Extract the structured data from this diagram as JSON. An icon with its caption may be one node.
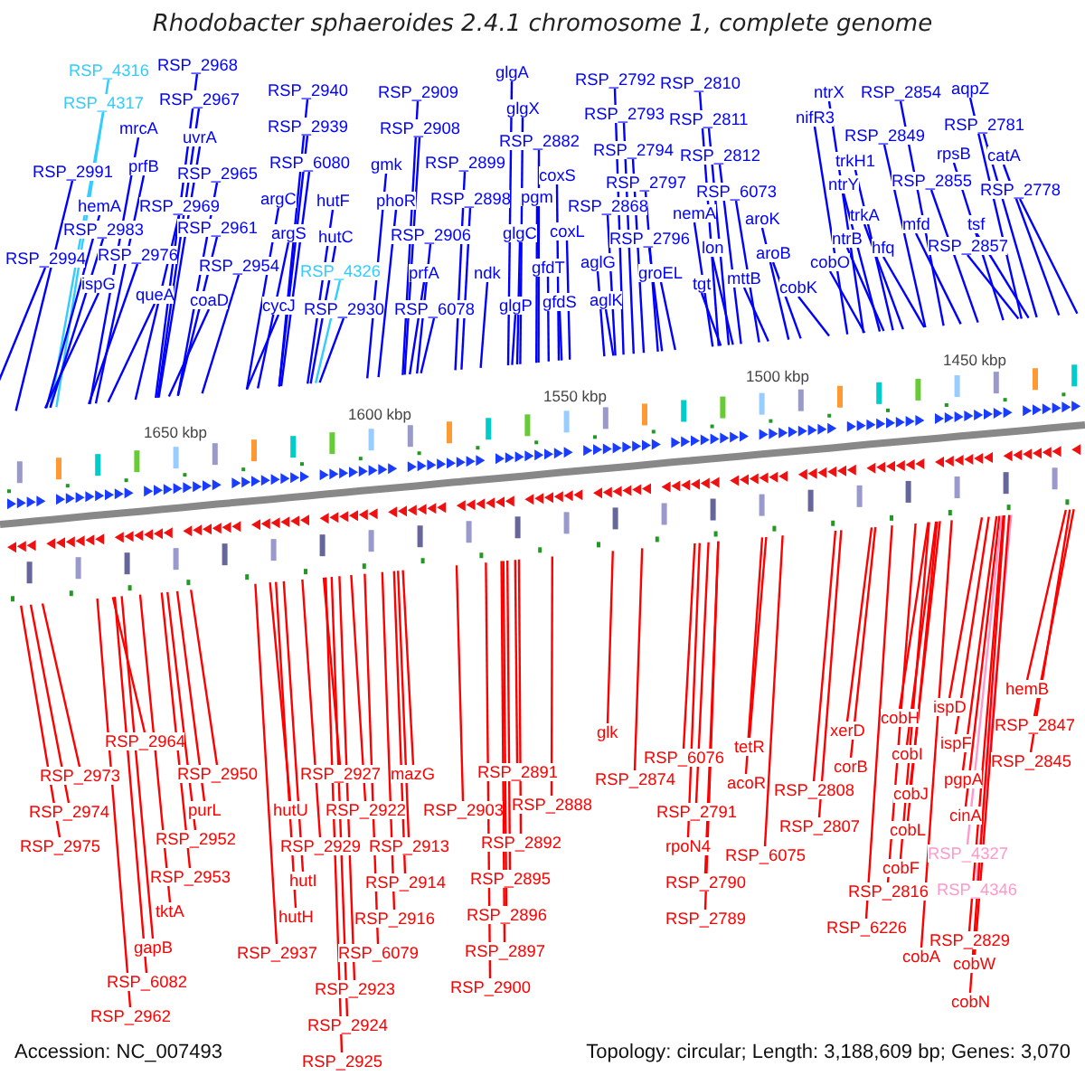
{
  "diagram": {
    "title": "Rhodobacter sphaeroides 2.4.1 chromosome 1, complete genome",
    "nodes": [
      {
        "text": [
          "RSP_4316"
        ]
      },
      {
        "text": [
          "RSP_2968"
        ]
      },
      {
        "text": [
          "RSP_4317"
        ]
      },
      {
        "text": [
          "RSP_2967"
        ]
      },
      {
        "text": [
          "mrcA"
        ]
      },
      {
        "text": [
          "uvrA"
        ]
      },
      {
        "text": [
          "RSP_2991"
        ]
      },
      {
        "text": [
          "prfB"
        ]
      },
      {
        "text": [
          "RSP_2965"
        ]
      },
      {
        "text": [
          "hemA"
        ]
      },
      {
        "text": [
          "RSP_2969"
        ]
      },
      {
        "text": [
          "RSP_2983"
        ]
      },
      {
        "text": [
          "RSP_2961"
        ]
      },
      {
        "text": [
          "RSP_2994"
        ]
      },
      {
        "text": [
          "RSP_2976"
        ]
      },
      {
        "text": [
          "RSP_2954"
        ]
      },
      {
        "text": [
          "ispG"
        ]
      },
      {
        "text": [
          "queA"
        ]
      },
      {
        "text": [
          "coaD"
        ]
      },
      {
        "text": [
          "RSP_2940"
        ]
      },
      {
        "text": [
          "RSP_2939"
        ]
      },
      {
        "text": [
          "RSP_6080"
        ]
      },
      {
        "text": [
          "argC"
        ]
      },
      {
        "text": [
          "hutF"
        ]
      },
      {
        "text": [
          "argS"
        ]
      },
      {
        "text": [
          "hutC"
        ]
      },
      {
        "text": [
          "RSP_4326"
        ]
      },
      {
        "text": [
          "cycJ"
        ]
      },
      {
        "text": [
          "RSP_2930"
        ]
      },
      {
        "text": [
          "RSP_2909"
        ]
      },
      {
        "text": [
          "RSP_2908"
        ]
      },
      {
        "text": [
          "gmk"
        ]
      },
      {
        "text": [
          "RSP_2899"
        ]
      },
      {
        "text": [
          "phoR"
        ]
      },
      {
        "text": [
          "RSP_2898"
        ]
      },
      {
        "text": [
          "RSP_2906"
        ]
      },
      {
        "text": [
          "prfA"
        ]
      },
      {
        "text": [
          "ndk"
        ]
      },
      {
        "text": [
          "RSP_6078"
        ]
      },
      {
        "text": [
          "glgA"
        ]
      },
      {
        "text": [
          "glgX"
        ]
      },
      {
        "text": [
          "RSP_2882"
        ]
      },
      {
        "text": [
          "coxS"
        ]
      },
      {
        "text": [
          "pgm"
        ]
      },
      {
        "text": [
          "glgC"
        ]
      },
      {
        "text": [
          "coxL"
        ]
      },
      {
        "text": [
          "gfdT"
        ]
      },
      {
        "text": [
          "aglG"
        ]
      },
      {
        "text": [
          "glgP"
        ]
      },
      {
        "text": [
          "gfdS"
        ]
      },
      {
        "text": [
          "aglK"
        ]
      },
      {
        "text": [
          "RSP_2792"
        ]
      },
      {
        "text": [
          "RSP_2793"
        ]
      },
      {
        "text": [
          "RSP_2794"
        ]
      },
      {
        "text": [
          "RSP_2797"
        ]
      },
      {
        "text": [
          "RSP_2868"
        ]
      },
      {
        "text": [
          "RSP_2796"
        ]
      },
      {
        "text": [
          "groEL"
        ]
      },
      {
        "text": [
          "tgt"
        ]
      },
      {
        "text": [
          "RSP_2810"
        ]
      },
      {
        "text": [
          "RSP_2811"
        ]
      },
      {
        "text": [
          "RSP_2812"
        ]
      },
      {
        "text": [
          "RSP_6073"
        ]
      },
      {
        "text": [
          "nemA"
        ]
      },
      {
        "text": [
          "lon"
        ]
      },
      {
        "text": [
          "aroK"
        ]
      },
      {
        "text": [
          "aroB"
        ]
      },
      {
        "text": [
          "mttB"
        ]
      },
      {
        "text": [
          "cobK"
        ]
      },
      {
        "text": [
          "ntrX"
        ]
      },
      {
        "text": [
          "RSP_2854"
        ]
      },
      {
        "text": [
          "aqpZ"
        ]
      },
      {
        "text": [
          "nifR3"
        ]
      },
      {
        "text": [
          "RSP_2849"
        ]
      },
      {
        "text": [
          "RSP_2781"
        ]
      },
      {
        "text": [
          "trkH1"
        ]
      },
      {
        "text": [
          "rpsB"
        ]
      },
      {
        "text": [
          "catA"
        ]
      },
      {
        "text": [
          "ntrY"
        ]
      },
      {
        "text": [
          "RSP_2855"
        ]
      },
      {
        "text": [
          "RSP_2778"
        ]
      },
      {
        "text": [
          "trkA"
        ]
      },
      {
        "text": [
          "mfd"
        ]
      },
      {
        "text": [
          "tsf"
        ]
      },
      {
        "text": [
          "ntrB"
        ]
      },
      {
        "text": [
          "hfq"
        ]
      },
      {
        "text": [
          "RSP_2857"
        ]
      },
      {
        "text": [
          "cobO"
        ]
      },
      {
        "text": [
          "RSP_2964"
        ]
      },
      {
        "text": [
          "RSP_2973"
        ]
      },
      {
        "text": [
          "RSP_2950"
        ]
      },
      {
        "text": [
          "RSP_2974"
        ]
      },
      {
        "text": [
          "purL"
        ]
      },
      {
        "text": [
          "RSP_2975"
        ]
      },
      {
        "text": [
          "RSP_2952"
        ]
      },
      {
        "text": [
          "RSP_2953"
        ]
      },
      {
        "text": [
          "tktA"
        ]
      },
      {
        "text": [
          "gapB"
        ]
      },
      {
        "text": [
          "RSP_6082"
        ]
      },
      {
        "text": [
          "RSP_2962"
        ]
      },
      {
        "text": [
          "RSP_2927"
        ]
      },
      {
        "text": [
          "mazG"
        ]
      },
      {
        "text": [
          "hutU"
        ]
      },
      {
        "text": [
          "RSP_2922"
        ]
      },
      {
        "text": [
          "RSP_2929"
        ]
      },
      {
        "text": [
          "RSP_2913"
        ]
      },
      {
        "text": [
          "hutI"
        ]
      },
      {
        "text": [
          "RSP_2914"
        ]
      },
      {
        "text": [
          "hutH"
        ]
      },
      {
        "text": [
          "RSP_2916"
        ]
      },
      {
        "text": [
          "RSP_2937"
        ]
      },
      {
        "text": [
          "RSP_6079"
        ]
      },
      {
        "text": [
          "RSP_2923"
        ]
      },
      {
        "text": [
          "RSP_2924"
        ]
      },
      {
        "text": [
          "RSP_2925"
        ]
      },
      {
        "text": [
          "RSP_2891"
        ]
      },
      {
        "text": [
          "RSP_2888"
        ]
      },
      {
        "text": [
          "RSP_2903"
        ]
      },
      {
        "text": [
          "RSP_2892"
        ]
      },
      {
        "text": [
          "RSP_2895"
        ]
      },
      {
        "text": [
          "RSP_2896"
        ]
      },
      {
        "text": [
          "RSP_2897"
        ]
      },
      {
        "text": [
          "RSP_2900"
        ]
      },
      {
        "text": [
          "glk"
        ]
      },
      {
        "text": [
          "RSP_6076"
        ]
      },
      {
        "text": [
          "RSP_2874"
        ]
      },
      {
        "text": [
          "RSP_2791"
        ]
      },
      {
        "text": [
          "rpoN4"
        ]
      },
      {
        "text": [
          "RSP_2790"
        ]
      },
      {
        "text": [
          "RSP_2789"
        ]
      },
      {
        "text": [
          "tetR"
        ]
      },
      {
        "text": [
          "acoR"
        ]
      },
      {
        "text": [
          "RSP_6075"
        ]
      },
      {
        "text": [
          "RSP_2808"
        ]
      },
      {
        "text": [
          "RSP_2807"
        ]
      },
      {
        "text": [
          "xerD"
        ]
      },
      {
        "text": [
          "corB"
        ]
      },
      {
        "text": [
          "RSP_2816"
        ]
      },
      {
        "text": [
          "RSP_6226"
        ]
      },
      {
        "text": [
          "cobH"
        ]
      },
      {
        "text": [
          "cobI"
        ]
      },
      {
        "text": [
          "cobJ"
        ]
      },
      {
        "text": [
          "cobL"
        ]
      },
      {
        "text": [
          "cobF"
        ]
      },
      {
        "text": [
          "ispD"
        ]
      },
      {
        "text": [
          "ispF"
        ]
      },
      {
        "text": [
          "pgpA"
        ]
      },
      {
        "text": [
          "cinA"
        ]
      },
      {
        "text": [
          "RSP_4327"
        ]
      },
      {
        "text": [
          "RSP_4346"
        ]
      },
      {
        "text": [
          "RSP_2829"
        ]
      },
      {
        "text": [
          "cobA"
        ]
      },
      {
        "text": [
          "cobW"
        ]
      },
      {
        "text": [
          "cobN"
        ]
      },
      {
        "text": [
          "hemB"
        ]
      },
      {
        "text": [
          "RSP_2847"
        ]
      },
      {
        "text": [
          "RSP_2845"
        ]
      }
    ],
    "edges": [
      {
        "from": 0,
        "to": null,
        "arrow": "none",
        "color": "#33ccff"
      },
      {
        "from": 1,
        "to": null,
        "arrow": "none"
      },
      {
        "from": 2,
        "to": null,
        "arrow": "none",
        "color": "#33ccff"
      },
      {
        "from": 3,
        "to": null,
        "arrow": "none"
      },
      {
        "from": 4,
        "to": null,
        "arrow": "none"
      },
      {
        "from": 5,
        "to": null,
        "arrow": "none"
      },
      {
        "from": 6,
        "to": null,
        "arrow": "none"
      },
      {
        "from": 7,
        "to": null,
        "arrow": "none"
      },
      {
        "from": 8,
        "to": null,
        "arrow": "none"
      },
      {
        "from": 9,
        "to": null,
        "arrow": "none"
      },
      {
        "from": 10,
        "to": null,
        "arrow": "none"
      },
      {
        "from": 11,
        "to": null,
        "arrow": "none"
      },
      {
        "from": 12,
        "to": null,
        "arrow": "none"
      },
      {
        "from": 13,
        "to": null,
        "arrow": "none"
      },
      {
        "from": 14,
        "to": null,
        "arrow": "none"
      },
      {
        "from": 15,
        "to": null,
        "arrow": "none"
      },
      {
        "from": 16,
        "to": null,
        "arrow": "none"
      },
      {
        "from": 17,
        "to": null,
        "arrow": "none"
      },
      {
        "from": 18,
        "to": null,
        "arrow": "none"
      },
      {
        "from": 19,
        "to": null,
        "arrow": "none"
      },
      {
        "from": 20,
        "to": null,
        "arrow": "none"
      },
      {
        "from": 21,
        "to": null,
        "arrow": "none"
      },
      {
        "from": 22,
        "to": null,
        "arrow": "none"
      },
      {
        "from": 23,
        "to": null,
        "arrow": "none"
      },
      {
        "from": 24,
        "to": null,
        "arrow": "none"
      },
      {
        "from": 25,
        "to": null,
        "arrow": "none"
      },
      {
        "from": 26,
        "to": null,
        "arrow": "none",
        "color": "#33ccff"
      },
      {
        "from": 27,
        "to": null,
        "arrow": "none"
      },
      {
        "from": 28,
        "to": null,
        "arrow": "none"
      },
      {
        "from": 29,
        "to": null,
        "arrow": "none"
      },
      {
        "from": 30,
        "to": null,
        "arrow": "none"
      },
      {
        "from": 31,
        "to": null,
        "arrow": "none"
      },
      {
        "from": 32,
        "to": null,
        "arrow": "none"
      },
      {
        "from": 33,
        "to": null,
        "arrow": "none"
      },
      {
        "from": 34,
        "to": null,
        "arrow": "none"
      },
      {
        "from": 35,
        "to": null,
        "arrow": "none"
      },
      {
        "from": 36,
        "to": null,
        "arrow": "none"
      },
      {
        "from": 37,
        "to": null,
        "arrow": "none"
      },
      {
        "from": 38,
        "to": null,
        "arrow": "none"
      },
      {
        "from": 39,
        "to": null,
        "arrow": "none"
      },
      {
        "from": 40,
        "to": null,
        "arrow": "none"
      },
      {
        "from": 41,
        "to": null,
        "arrow": "none"
      },
      {
        "from": 42,
        "to": null,
        "arrow": "none"
      },
      {
        "from": 43,
        "to": null,
        "arrow": "none"
      },
      {
        "from": 44,
        "to": null,
        "arrow": "none"
      },
      {
        "from": 45,
        "to": null,
        "arrow": "none"
      },
      {
        "from": 46,
        "to": null,
        "arrow": "none"
      },
      {
        "from": 47,
        "to": null,
        "arrow": "none"
      },
      {
        "from": 48,
        "to": null,
        "arrow": "none"
      },
      {
        "from": 49,
        "to": null,
        "arrow": "none"
      },
      {
        "from": 50,
        "to": null,
        "arrow": "none"
      },
      {
        "from": 51,
        "to": null,
        "arrow": "none"
      },
      {
        "from": 52,
        "to": null,
        "arrow": "none"
      },
      {
        "from": 53,
        "to": null,
        "arrow": "none"
      },
      {
        "from": 54,
        "to": null,
        "arrow": "none"
      },
      {
        "from": 55,
        "to": null,
        "arrow": "none"
      },
      {
        "from": 56,
        "to": null,
        "arrow": "none"
      },
      {
        "from": 57,
        "to": null,
        "arrow": "none"
      },
      {
        "from": 58,
        "to": null,
        "arrow": "none"
      },
      {
        "from": 59,
        "to": null,
        "arrow": "none"
      },
      {
        "from": 60,
        "to": null,
        "arrow": "none"
      },
      {
        "from": 61,
        "to": null,
        "arrow": "none"
      },
      {
        "from": 62,
        "to": null,
        "arrow": "none"
      },
      {
        "from": 63,
        "to": null,
        "arrow": "none"
      },
      {
        "from": 64,
        "to": null,
        "arrow": "none"
      },
      {
        "from": 65,
        "to": null,
        "arrow": "none"
      },
      {
        "from": 66,
        "to": null,
        "arrow": "none"
      },
      {
        "from": 67,
        "to": null,
        "arrow": "none"
      },
      {
        "from": 68,
        "to": null,
        "arrow": "none"
      },
      {
        "from": 69,
        "to": null,
        "arrow": "none"
      },
      {
        "from": 70,
        "to": null,
        "arrow": "none"
      },
      {
        "from": 71,
        "to": null,
        "arrow": "none"
      },
      {
        "from": 72,
        "to": null,
        "arrow": "none"
      },
      {
        "from": 73,
        "to": null,
        "arrow": "none"
      },
      {
        "from": 74,
        "to": null,
        "arrow": "none"
      },
      {
        "from": 75,
        "to": null,
        "arrow": "none"
      },
      {
        "from": 76,
        "to": null,
        "arrow": "none"
      },
      {
        "from": 77,
        "to": null,
        "arrow": "none"
      },
      {
        "from": 78,
        "to": null,
        "arrow": "none"
      },
      {
        "from": 79,
        "to": null,
        "arrow": "none"
      },
      {
        "from": 80,
        "to": null,
        "arrow": "none"
      },
      {
        "from": 81,
        "to": null,
        "arrow": "none"
      },
      {
        "from": 82,
        "to": null,
        "arrow": "none"
      },
      {
        "from": 83,
        "to": null,
        "arrow": "none"
      },
      {
        "from": 84,
        "to": null,
        "arrow": "none"
      },
      {
        "from": 85,
        "to": null,
        "arrow": "none"
      },
      {
        "from": 86,
        "to": null,
        "arrow": "none"
      },
      {
        "from": 87,
        "to": null,
        "arrow": "none"
      },
      {
        "from": 88,
        "to": null,
        "arrow": "none",
        "color": "#ff0000"
      },
      {
        "from": 89,
        "to": null,
        "arrow": "none",
        "color": "#ff0000"
      },
      {
        "from": 90,
        "to": null,
        "arrow": "none",
        "color": "#ff0000"
      },
      {
        "from": 91,
        "to": null,
        "arrow": "none",
        "color": "#ff0000"
      },
      {
        "from": 92,
        "to": null,
        "arrow": "none",
        "color": "#ff0000"
      },
      {
        "from": 93,
        "to": null,
        "arrow": "none",
        "color": "#ff0000"
      },
      {
        "from": 94,
        "to": null,
        "arrow": "none",
        "color": "#ff0000"
      },
      {
        "from": 95,
        "to": null,
        "arrow": "none",
        "color": "#ff0000"
      },
      {
        "from": 96,
        "to": null,
        "arrow": "none",
        "color": "#ff0000"
      },
      {
        "from": 97,
        "to": null,
        "arrow": "none",
        "color": "#ff0000"
      },
      {
        "from": 98,
        "to": null,
        "arrow": "none",
        "color": "#ff0000"
      },
      {
        "from": 99,
        "to": null,
        "arrow": "none",
        "color": "#ff0000"
      },
      {
        "from": 100,
        "to": null,
        "arrow": "none",
        "color": "#ff0000"
      },
      {
        "from": 101,
        "to": null,
        "arrow": "none",
        "color": "#ff0000"
      },
      {
        "from": 102,
        "to": null,
        "arrow": "none",
        "color": "#ff0000"
      },
      {
        "from": 103,
        "to": null,
        "arrow": "none",
        "color": "#ff0000"
      },
      {
        "from": 104,
        "to": null,
        "arrow": "none",
        "color": "#ff0000"
      },
      {
        "from": 105,
        "to": null,
        "arrow": "none",
        "color": "#ff0000"
      },
      {
        "from": 106,
        "to": null,
        "arrow": "none",
        "color": "#ff0000"
      },
      {
        "from": 107,
        "to": null,
        "arrow": "none",
        "color": "#ff0000"
      },
      {
        "from": 108,
        "to": null,
        "arrow": "none",
        "color": "#ff0000"
      },
      {
        "from": 109,
        "to": null,
        "arrow": "none",
        "color": "#ff0000"
      },
      {
        "from": 110,
        "to": null,
        "arrow": "none",
        "color": "#ff0000"
      },
      {
        "from": 111,
        "to": null,
        "arrow": "none",
        "color": "#ff0000"
      },
      {
        "from": 112,
        "to": null,
        "arrow": "none",
        "color": "#ff0000"
      },
      {
        "from": 113,
        "to": null,
        "arrow": "none",
        "color": "#ff0000"
      },
      {
        "from": 114,
        "to": null,
        "arrow": "none",
        "color": "#ff0000"
      },
      {
        "from": 115,
        "to": null,
        "arrow": "none",
        "color": "#ff0000"
      },
      {
        "from": 116,
        "to": null,
        "arrow": "none",
        "color": "#ff0000"
      },
      {
        "from": 117,
        "to": null,
        "arrow": "none",
        "color": "#ff0000"
      },
      {
        "from": 118,
        "to": null,
        "arrow": "none",
        "color": "#ff0000"
      },
      {
        "from": 119,
        "to": null,
        "arrow": "none",
        "color": "#ff0000"
      },
      {
        "from": 120,
        "to": null,
        "arrow": "none",
        "color": "#ff0000"
      },
      {
        "from": 121,
        "to": null,
        "arrow": "none",
        "color": "#ff0000"
      },
      {
        "from": 122,
        "to": null,
        "arrow": "none",
        "color": "#ff0000"
      },
      {
        "from": 123,
        "to": null,
        "arrow": "none",
        "color": "#ff0000"
      },
      {
        "from": 124,
        "to": null,
        "arrow": "none",
        "color": "#ff0000"
      },
      {
        "from": 125,
        "to": null,
        "arrow": "none",
        "color": "#ff0000"
      },
      {
        "from": 126,
        "to": null,
        "arrow": "none",
        "color": "#ff0000"
      },
      {
        "from": 127,
        "to": null,
        "arrow": "none",
        "color": "#ff0000"
      },
      {
        "from": 128,
        "to": null,
        "arrow": "none",
        "color": "#ff0000"
      },
      {
        "from": 129,
        "to": null,
        "arrow": "none",
        "color": "#ff0000"
      },
      {
        "from": 130,
        "to": null,
        "arrow": "none",
        "color": "#ff0000"
      },
      {
        "from": 131,
        "to": null,
        "arrow": "none",
        "color": "#ff0000"
      },
      {
        "from": 132,
        "to": null,
        "arrow": "none",
        "color": "#ff0000"
      },
      {
        "from": 133,
        "to": null,
        "arrow": "none",
        "color": "#ff0000"
      },
      {
        "from": 134,
        "to": null,
        "arrow": "none",
        "color": "#ff0000"
      },
      {
        "from": 135,
        "to": null,
        "arrow": "none",
        "color": "#ff0000"
      },
      {
        "from": 136,
        "to": null,
        "arrow": "none",
        "color": "#ff0000"
      },
      {
        "from": 137,
        "to": null,
        "arrow": "none",
        "color": "#ff0000"
      },
      {
        "from": 138,
        "to": null,
        "arrow": "none",
        "color": "#ff0000"
      },
      {
        "from": 139,
        "to": null,
        "arrow": "none",
        "color": "#ff0000"
      },
      {
        "from": 140,
        "to": null,
        "arrow": "none",
        "color": "#ff0000"
      },
      {
        "from": 141,
        "to": null,
        "arrow": "none",
        "color": "#ff0000"
      },
      {
        "from": 142,
        "to": null,
        "arrow": "none",
        "color": "#ff0000"
      },
      {
        "from": 143,
        "to": null,
        "arrow": "none",
        "color": "#ff0000"
      },
      {
        "from": 144,
        "to": null,
        "arrow": "none",
        "color": "#ff0000"
      },
      {
        "from": 145,
        "to": null,
        "arrow": "none",
        "color": "#ff0000"
      },
      {
        "from": 146,
        "to": null,
        "arrow": "none",
        "color": "#ff0000"
      },
      {
        "from": 147,
        "to": null,
        "arrow": "none",
        "color": "#ff0000"
      },
      {
        "from": 148,
        "to": null,
        "arrow": "none",
        "color": "#ff99cc"
      },
      {
        "from": 149,
        "to": null,
        "arrow": "none",
        "color": "#ff99cc"
      },
      {
        "from": 150,
        "to": null,
        "arrow": "none",
        "color": "#ff0000"
      },
      {
        "from": 151,
        "to": null,
        "arrow": "none",
        "color": "#ff0000"
      },
      {
        "from": 152,
        "to": null,
        "arrow": "none",
        "color": "#ff0000"
      },
      {
        "from": 153,
        "to": null,
        "arrow": "none",
        "color": "#ff0000"
      },
      {
        "from": 154,
        "to": null,
        "arrow": "none",
        "color": "#ff0000"
      },
      {
        "from": 155,
        "to": null,
        "arrow": "none",
        "color": "#ff0000"
      },
      {
        "from": 156,
        "to": null,
        "arrow": "none",
        "color": "#ff0000"
      }
    ],
    "labels": [
      "1650 kbp",
      "1600 kbp",
      "1550 kbp",
      "1500 kbp",
      "1450 kbp",
      "Accession: NC_007493",
      "Topology: circular; Length: 3,188,609 bp; Genes: 3,070"
    ]
  }
}
